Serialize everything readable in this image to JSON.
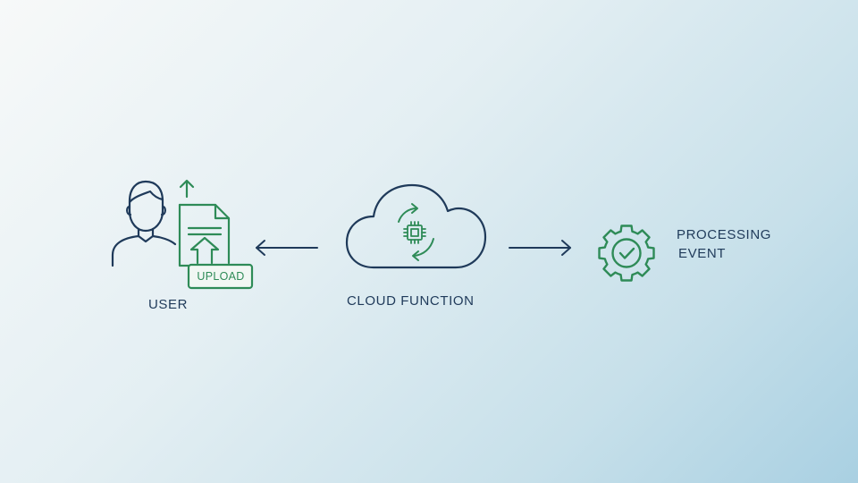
{
  "colors": {
    "navy": "#1f3a5a",
    "green": "#2e8b57"
  },
  "nodes": {
    "user": {
      "label": "USER",
      "icons": [
        "person-icon",
        "document-icon",
        "upload-arrow-icon"
      ],
      "badge": "UPLOAD"
    },
    "cloud_function": {
      "label": "CLOUD FUNCTION",
      "icons": [
        "cloud-icon",
        "chip-icon",
        "sync-arrows-icon"
      ]
    },
    "processing_event": {
      "label_lines": [
        "PROCESSING",
        "EVENT"
      ],
      "icons": [
        "gear-check-icon"
      ]
    }
  },
  "connectors": [
    {
      "from": "cloud_function",
      "to": "user",
      "direction": "left"
    },
    {
      "from": "cloud_function",
      "to": "processing_event",
      "direction": "right"
    }
  ]
}
